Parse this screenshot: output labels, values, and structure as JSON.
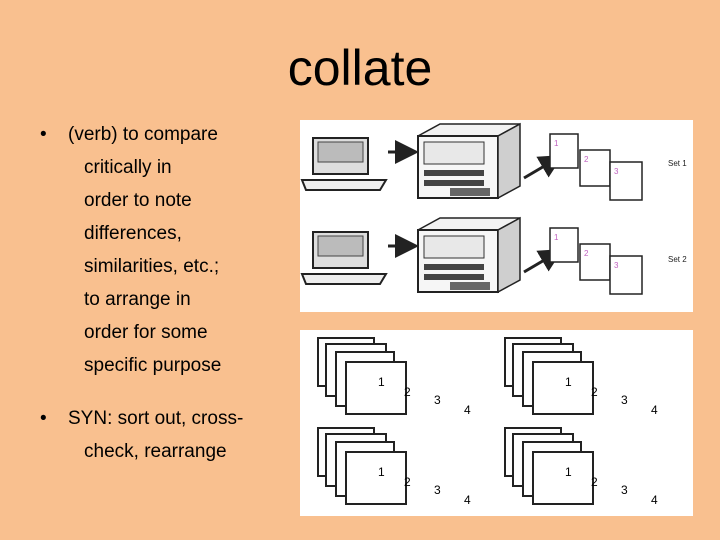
{
  "slide": {
    "title": "collate",
    "bullets": [
      {
        "lines": [
          "(verb) to compare",
          "critically in",
          "order to note",
          "differences,",
          "similarities, etc.;",
          "to arrange in",
          "order for some",
          "specific purpose"
        ]
      },
      {
        "lines": [
          "SYN: sort out, cross-",
          "check, rearrange"
        ]
      }
    ]
  },
  "figure_top": {
    "sets": [
      {
        "label": "Set 1",
        "pages": [
          "1",
          "2",
          "3"
        ]
      },
      {
        "label": "Set 2",
        "pages": [
          "1",
          "2",
          "3"
        ]
      }
    ],
    "page_color": "#c060c0"
  },
  "figure_bottom": {
    "stacks": [
      {
        "pages": [
          "1",
          "2",
          "3",
          "4"
        ]
      },
      {
        "pages": [
          "1",
          "2",
          "3",
          "4"
        ]
      },
      {
        "pages": [
          "1",
          "2",
          "3",
          "4"
        ]
      },
      {
        "pages": [
          "1",
          "2",
          "3",
          "4"
        ]
      }
    ]
  }
}
